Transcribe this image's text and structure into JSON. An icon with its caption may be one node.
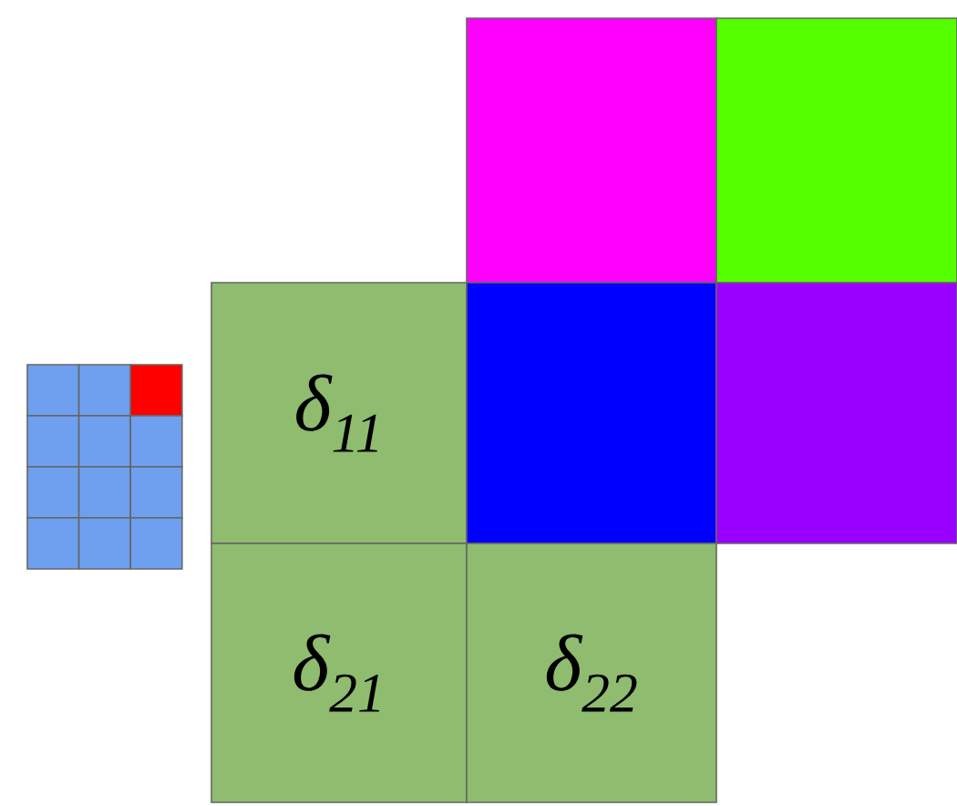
{
  "diagram": {
    "nodes": [
      {
        "text": [],
        "shape": "box"
      },
      {
        "text": [],
        "shape": "box"
      },
      {
        "text": [
          "δ$_{11}$"
        ]
      },
      {
        "text": [],
        "shape": "box"
      },
      {
        "text": [],
        "shape": "box"
      },
      {
        "text": [
          "δ$_{21}$"
        ]
      },
      {
        "text": [
          "δ$_{22}$"
        ]
      }
    ]
  }
}
